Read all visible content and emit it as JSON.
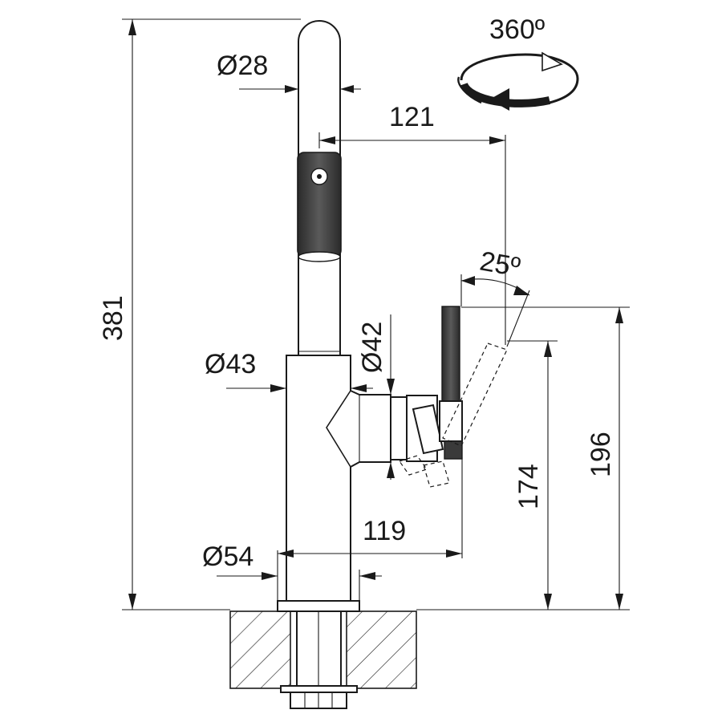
{
  "diagram": {
    "labels": {
      "rotation": "360º",
      "spout_diameter": "Ø28",
      "reach": "121",
      "handle_angle": "25º",
      "total_height": "381",
      "handle_diameter": "Ø42",
      "body_diameter": "Ø43",
      "height_196": "196",
      "height_174": "174",
      "handle_reach": "119",
      "base_diameter": "Ø54"
    },
    "colors": {
      "line": "#1a1a1a",
      "dark_part": "#3a3a3a",
      "background": "#ffffff"
    }
  }
}
